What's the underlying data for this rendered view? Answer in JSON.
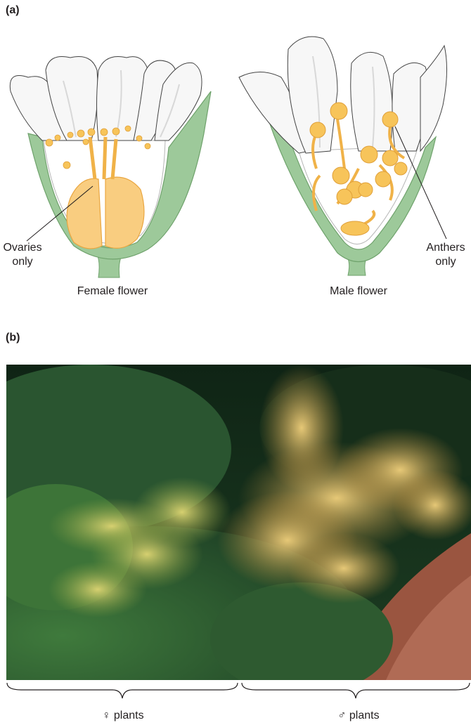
{
  "panel_a": {
    "label": "(a)",
    "female": {
      "caption": "Female flower",
      "callout_line1": "Ovaries",
      "callout_line2": "only"
    },
    "male": {
      "caption": "Male flower",
      "callout_line1": "Anthers",
      "callout_line2": "only"
    }
  },
  "panel_b": {
    "label": "(b)",
    "female_group": "♀ plants",
    "male_group": "♂ plants"
  },
  "colors": {
    "sepal_green": "#9dc99a",
    "sepal_edge": "#6fa26c",
    "petal_white": "#f7f7f7",
    "petal_shade": "#d8d8d8",
    "ovary_orange": "#f9cd80",
    "anther_yellow": "#f7c45a",
    "foliage_dark": "#1f4226",
    "plume_yellow": "#d9c060",
    "path_red": "#9a5540"
  }
}
